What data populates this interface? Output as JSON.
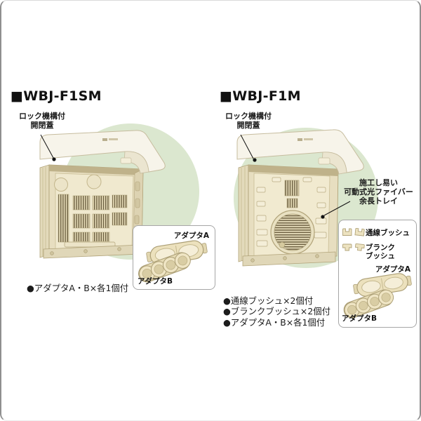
{
  "panel": {
    "background": "#ffffff",
    "border_color": "#8f8f8f"
  },
  "colors": {
    "highlight_circle_green": "#dbe7cf",
    "body_cream": "#efe8ce",
    "lid_ivory": "#f7f4ea",
    "vent_dark": "#6e6143",
    "outline_tan": "#b1a379",
    "inset_border_gray": "#a6a6a6",
    "text_black": "#1a1a1a"
  },
  "products": [
    {
      "model": "WBJ-F1SM",
      "heading": "■WBJ-F1SM",
      "lid_label": [
        "ロック機構付",
        "開閉蓋"
      ],
      "includes": [
        "●アダプタA・B×各1個付"
      ],
      "inset": {
        "adapter_a": "アダプタA",
        "adapter_b": "アダプタB"
      }
    },
    {
      "model": "WBJ-F1M",
      "heading": "■WBJ-F1M",
      "lid_label": [
        "ロック機構付",
        "開閉蓋"
      ],
      "tray_label": [
        "施工し易い",
        "可動式光ファイバー",
        "余長トレイ"
      ],
      "includes": [
        "●通線ブッシュ×2個付",
        "●ブランクブッシュ×2個付",
        "●アダプタA・B×各1個付"
      ],
      "inset": {
        "bush": "通線ブッシュ",
        "blank": [
          "ブランク",
          "ブッシュ"
        ],
        "adapter_a": "アダプタA",
        "adapter_b": "アダプタB"
      }
    }
  ]
}
